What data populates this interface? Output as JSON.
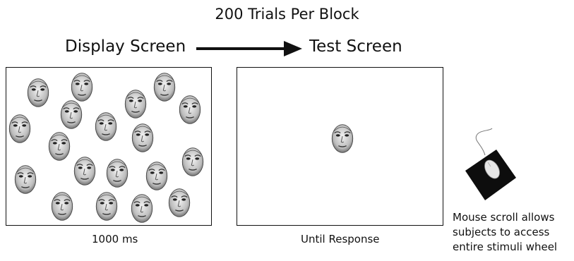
{
  "title": "200 Trials Per Block",
  "display_screen": {
    "label": "Display Screen",
    "duration_caption": "1000 ms",
    "face_count": 20
  },
  "test_screen": {
    "label": "Test Screen",
    "caption": "Until Response",
    "face_count": 1
  },
  "mouse": {
    "caption_lines": [
      "Mouse scroll allows",
      "subjects to access",
      "entire stimuli wheel"
    ],
    "icon": "mouse-on-pad-icon"
  },
  "arrow_icon": "right-arrow-icon",
  "colors": {
    "pad": "#0d0d0d",
    "mouse": "#e6e6e6",
    "line": "#111111"
  }
}
